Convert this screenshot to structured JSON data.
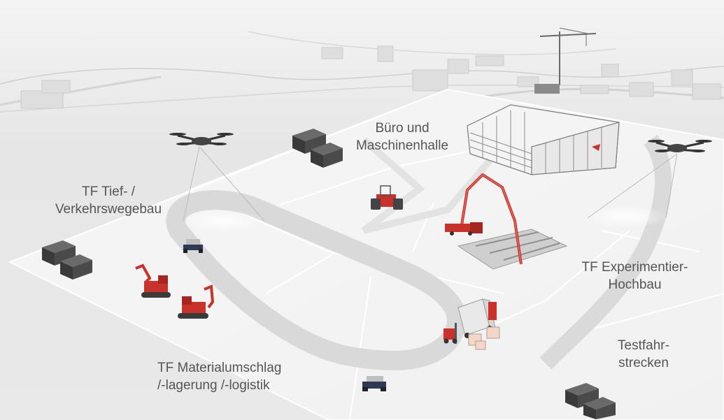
{
  "labels": {
    "office": {
      "line1": "Büro und",
      "line2": "Maschinenhalle"
    },
    "civil": {
      "line1": "TF Tief- /",
      "line2": "Verkehrswegebau"
    },
    "building": {
      "line1": "TF Experimentier-",
      "line2": "Hochbau"
    },
    "test_track": {
      "line1": "Testfahr-",
      "line2": "strecken"
    },
    "material": {
      "line1": "TF Materialumschlag",
      "line2": "/-lagerung /-logistik"
    }
  },
  "colors": {
    "background": "#eeeeee",
    "field": "#f7f7f7",
    "road": "#dcdcdc",
    "machine_red": "#c8322a",
    "container": "#3a3a3a",
    "label_text": "#555555"
  },
  "icons": [
    "drone-icon",
    "container-icon",
    "excavator-icon",
    "road-roller-icon",
    "concrete-pump-icon",
    "forklift-icon",
    "truck-icon",
    "compactor-icon",
    "crane-icon",
    "hall-icon"
  ]
}
